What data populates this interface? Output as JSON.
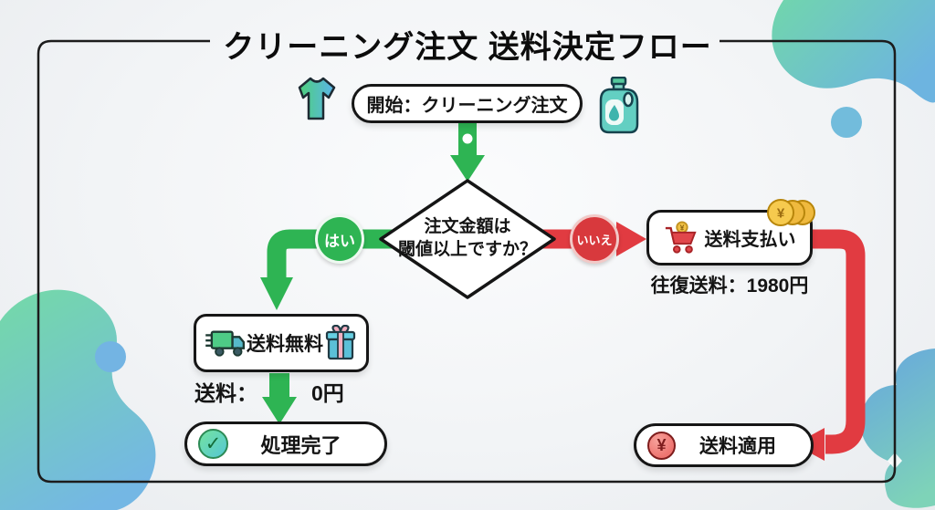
{
  "title": "クリーニング注文 送料決定フロー",
  "colors": {
    "green": "#2eb453",
    "red": "#e13b41",
    "ink": "#161616",
    "blob_teal": "#74d7ab",
    "blob_blue": "#6fb3e2"
  },
  "glyphs": {
    "yen": "¥",
    "check": "✓"
  },
  "flow": {
    "start": {
      "label": "開始：クリーニング注文"
    },
    "decision": {
      "question_line1": "注文金額は",
      "question_line2": "閾値以上ですか？"
    },
    "yes_label": "はい",
    "no_label": "いいえ",
    "free_shipping": {
      "label": "送料無料",
      "fee_label": "送料：",
      "fee_value": "0円"
    },
    "paid_shipping": {
      "label": "送料支払い",
      "detail": "往復送料：1980円"
    },
    "complete": {
      "label": "処理完了"
    },
    "apply": {
      "label": "送料適用"
    }
  }
}
